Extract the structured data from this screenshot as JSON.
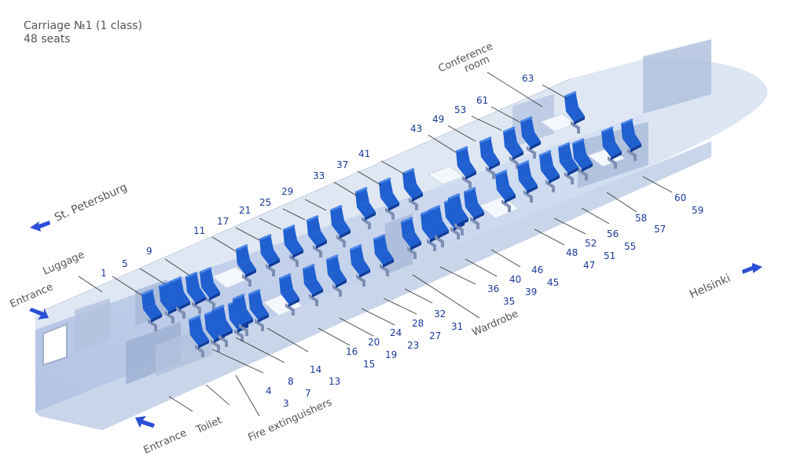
{
  "header": {
    "title": "Carriage №1 (1 class)",
    "seats": "48 seats"
  },
  "directions": {
    "left": "St. Petersburg",
    "right": "Helsinki"
  },
  "labels": {
    "entrance_left": "Entrance",
    "luggage": "Luggage",
    "entrance_bottom": "Entrance",
    "toilet": "Toilet",
    "fire": "Fire extinguishers",
    "wardrobe": "Wardrobe",
    "conference": [
      "Conference",
      "room"
    ]
  },
  "seat_numbers": {
    "top_far": [
      "1",
      "5",
      "9",
      "11",
      "17",
      "21",
      "25",
      "29",
      "33",
      "37",
      "41",
      "43",
      "49",
      "53",
      "61",
      "63"
    ],
    "top_near": [
      "4",
      "8",
      "14",
      "16",
      "20",
      "24",
      "28",
      "32",
      "36",
      "40",
      "46",
      "48",
      "52",
      "56",
      "58",
      "60"
    ],
    "bottom_near": [
      "3",
      "7",
      "13",
      "15",
      "19",
      "23",
      "27",
      "31",
      "35",
      "39",
      "45",
      "47",
      "51",
      "55",
      "57",
      "59"
    ]
  },
  "colors": {
    "seat": "#1f5fcf",
    "seat_dark": "#0f3c9a",
    "arrow": "#2a4fd6",
    "number": "#1a3a9a"
  }
}
